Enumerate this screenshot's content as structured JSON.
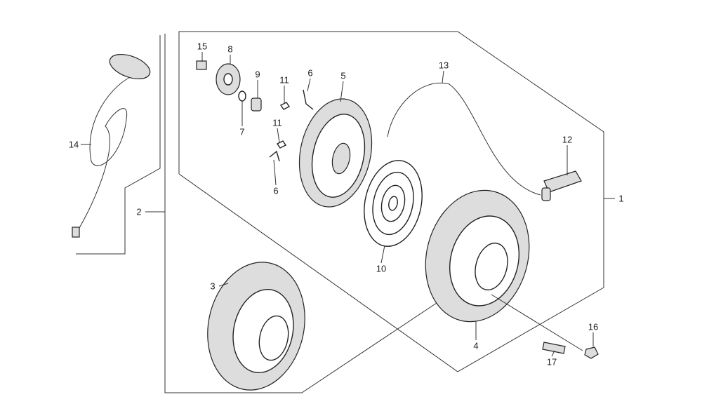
{
  "callouts": {
    "c1": "1",
    "c2": "2",
    "c3": "3",
    "c4": "4",
    "c5": "5",
    "c6a": "6",
    "c6b": "6",
    "c7": "7",
    "c8": "8",
    "c9": "9",
    "c10": "10",
    "c11a": "11",
    "c11b": "11",
    "c12": "12",
    "c13": "13",
    "c14": "14",
    "c15": "15",
    "c16": "16",
    "c17": "17"
  }
}
